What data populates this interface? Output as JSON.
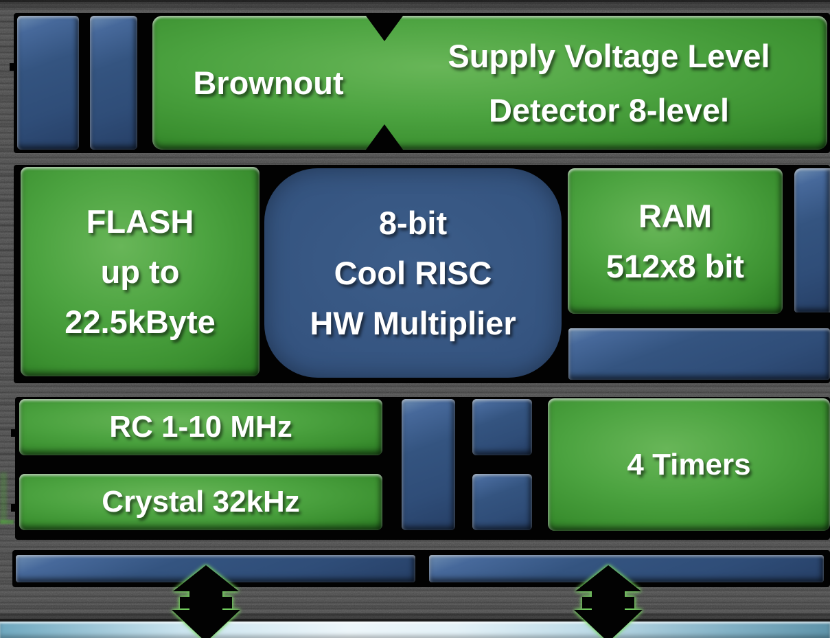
{
  "blocks": {
    "brownout": {
      "label": "Brownout"
    },
    "supply_detector": {
      "line1": "Supply Voltage Level",
      "line2": "Detector 8-level"
    },
    "flash": {
      "line1": "FLASH",
      "line2": "up to",
      "line3": "22.5kByte"
    },
    "cpu": {
      "line1": "8-bit",
      "line2": "Cool RISC",
      "line3": "HW Multiplier"
    },
    "ram": {
      "line1": "RAM",
      "line2": "512x8 bit"
    },
    "rc_oscillator": {
      "label": "RC 1-10 MHz"
    },
    "crystal_oscillator": {
      "label": "Crystal 32kHz"
    },
    "timers": {
      "label": "4 Timers"
    }
  },
  "icons": {
    "left_bus_arrow": "up-down-arrow",
    "right_bus_arrow": "up-down-arrow"
  },
  "colors": {
    "block_green": "#3E9135",
    "block_blue": "#2F4D78",
    "row_background": "#000000",
    "canvas_background": "#4A4A4A",
    "label_text": "#FFFFFF",
    "bottom_strip_light": "#D9ECF4",
    "arrow_black": "#000000",
    "arrow_glow_green": "#6ED25A"
  }
}
